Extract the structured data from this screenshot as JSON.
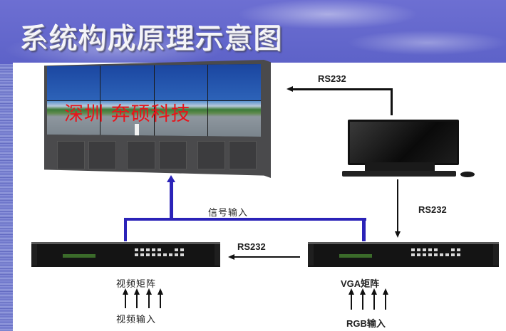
{
  "title": "系统构成原理示意图",
  "video_wall": {
    "watermark": "深圳 奔硕科技",
    "layout": "4x2 screens"
  },
  "connections": {
    "rs232_top": "RS232",
    "rs232_right": "RS232",
    "rs232_middle": "RS232",
    "signal_input": "信号输入"
  },
  "devices": {
    "computer": "PC control host",
    "video_matrix": {
      "label": "视频矩阵",
      "input_label": "视频输入",
      "input_arrows": 4
    },
    "vga_matrix": {
      "label": "VGA矩阵",
      "input_label": "RGB输入",
      "input_arrows": 4
    }
  },
  "colors": {
    "signal_line": "#2b23b8",
    "control_line": "#111111",
    "watermark": "#e8141a",
    "background": "#5d62c8"
  }
}
